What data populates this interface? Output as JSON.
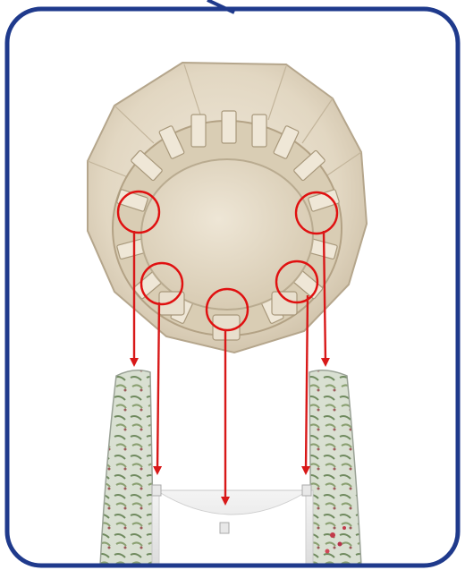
{
  "colors": {
    "frame": "#1f3a8c",
    "background": "#ffffff",
    "cap_stone": "#e6dcc8",
    "cap_shadow": "#b7a88e",
    "callout": "#e01010",
    "arrow": "#d81818",
    "panel_base": "#ececec"
  },
  "callouts": [
    {
      "name": "callout-circle-top-left"
    },
    {
      "name": "callout-circle-top-right"
    },
    {
      "name": "callout-circle-mid-left"
    },
    {
      "name": "callout-circle-bottom-center"
    },
    {
      "name": "callout-circle-mid-right"
    }
  ],
  "arrows": [
    {
      "name": "arrow-top-left"
    },
    {
      "name": "arrow-top-right"
    },
    {
      "name": "arrow-mid-left"
    },
    {
      "name": "arrow-bottom-center"
    },
    {
      "name": "arrow-mid-right"
    }
  ]
}
